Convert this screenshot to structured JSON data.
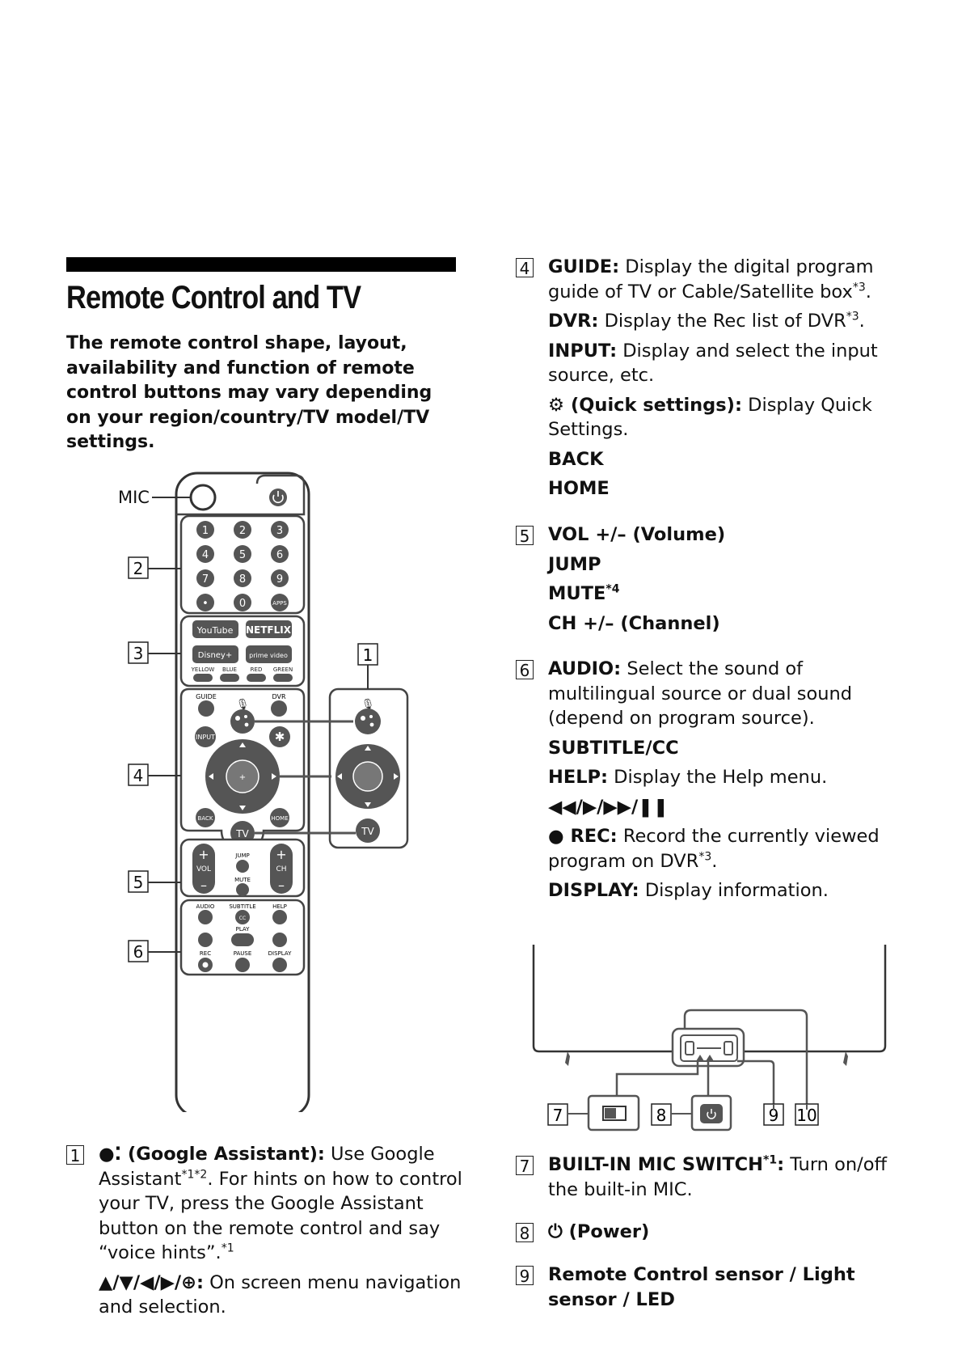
{
  "header": {
    "title": "Remote Control and TV",
    "intro": "The remote control shape, layout, availability and function of remote control buttons may vary depending on your region/country/TV model/TV settings."
  },
  "remote": {
    "mic_label": "MIC",
    "callouts": [
      "1",
      "2",
      "3",
      "4",
      "5",
      "6"
    ],
    "keypad": [
      "1",
      "2",
      "3",
      "4",
      "5",
      "6",
      "7",
      "8",
      "9",
      "•",
      "0",
      "APPS"
    ],
    "streaming": [
      "YouTube",
      "NETFLIX",
      "Disney+",
      "prime video"
    ],
    "colors": [
      "YELLOW",
      "BLUE",
      "RED",
      "GREEN"
    ],
    "color_hex": [
      "#d8d8d8",
      "#d8d8d8",
      "#d8d8d8",
      "#d8d8d8"
    ],
    "nav_labels": {
      "guide": "GUIDE",
      "dvr": "DVR",
      "input": "INPUT",
      "back": "BACK",
      "home": "HOME",
      "tv": "TV"
    },
    "vol_labels": {
      "vol": "VOL",
      "ch": "CH",
      "jump": "JUMP",
      "mute": "MUTE",
      "plus": "+",
      "minus": "–"
    },
    "play_labels": {
      "audio": "AUDIO",
      "subtitle": "SUBTITLE",
      "help": "HELP",
      "play": "PLAY",
      "rec": "REC",
      "pause": "PAUSE",
      "display": "DISPLAY",
      "cc": "CC"
    }
  },
  "inset": {
    "tv": "TV"
  },
  "tv": {
    "callouts": [
      "7",
      "8",
      "9",
      "10"
    ]
  },
  "sections": {
    "s1": {
      "num": "1",
      "assistant_bold": "(Google Assistant):",
      "assistant_text": " Use Google Assistant",
      "assistant_sup": "*1*2",
      "assistant_text2": ". For hints on how to control your TV, press the Google Assistant button on the remote control and say “voice hints”.",
      "assistant_sup2": "*1",
      "nav_bold": "▲/▼/◀/▶/⊕:",
      "nav_text": " On screen menu navigation and selection."
    },
    "s4": {
      "num": "4",
      "guide_bold": "GUIDE:",
      "guide_text": " Display the digital program guide of TV or Cable/Satellite box",
      "guide_sup": "*3",
      "dvr_bold": "DVR:",
      "dvr_text": " Display the Rec list of DVR",
      "dvr_sup": "*3",
      "input_bold": "INPUT:",
      "input_text": " Display and select the input source, etc.",
      "qs_bold": "(Quick settings):",
      "qs_text": " Display Quick Settings.",
      "back": "BACK",
      "home": "HOME"
    },
    "s5": {
      "num": "5",
      "vol": "VOL +/– (Volume)",
      "jump": "JUMP",
      "mute": "MUTE",
      "mute_sup": "*4",
      "ch": "CH +/– (Channel)"
    },
    "s6": {
      "num": "6",
      "audio_bold": "AUDIO:",
      "audio_text": " Select the sound of multilingual source or dual sound (depend on program source).",
      "subtitle": "SUBTITLE/CC",
      "help_bold": "HELP:",
      "help_text": " Display the Help menu.",
      "transport": "◀◀/▶/▶▶/❚❚",
      "rec_bold": "● REC:",
      "rec_text": " Record the currently viewed program on DVR",
      "rec_sup": "*3",
      "display_bold": "DISPLAY:",
      "display_text": " Display information."
    },
    "s7": {
      "num": "7",
      "bold": "BUILT-IN MIC SWITCH",
      "sup": "*1",
      "colon": ":",
      "text": " Turn on/off the built-in MIC."
    },
    "s8": {
      "num": "8",
      "bold": "(Power)"
    },
    "s9": {
      "num": "9",
      "bold": "Remote Control sensor / Light sensor / LED"
    }
  }
}
